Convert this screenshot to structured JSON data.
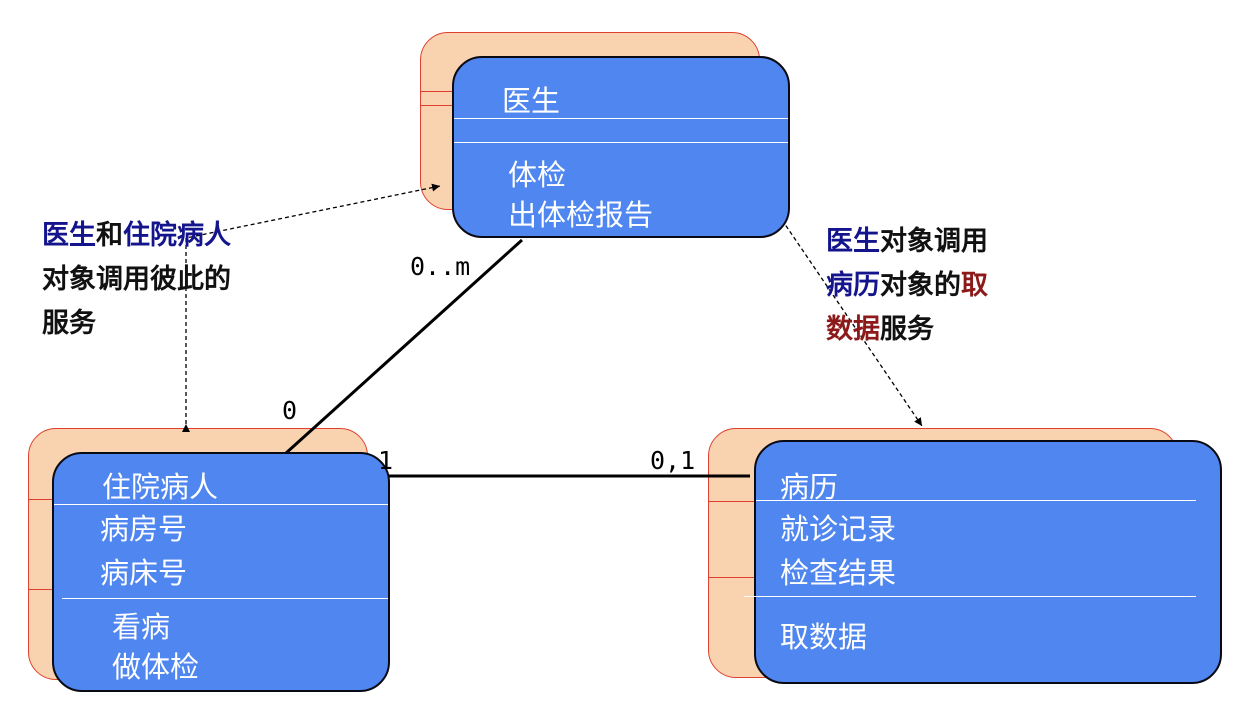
{
  "classes": {
    "doctor": {
      "name": "医生",
      "attributes": [],
      "services": [
        "体检",
        "出体检报告"
      ]
    },
    "patient": {
      "name": "住院病人",
      "attributes": [
        "病房号",
        "病床号"
      ],
      "services": [
        "看病",
        "做体检"
      ]
    },
    "record": {
      "name": "病历",
      "attributes": [
        "就诊记录",
        "检查结果"
      ],
      "services": [
        "取数据"
      ]
    }
  },
  "multiplicities": {
    "doctor_end": "0..m",
    "patient_end_to_doctor": "0",
    "patient_end_to_record": "1",
    "record_end": "0,1"
  },
  "notes": {
    "left": {
      "line1_a": "医生",
      "line1_b": "和",
      "line1_c": "住院病人",
      "line2": "对象调用彼此的",
      "line3": "服务"
    },
    "right": {
      "line1_a": "医生",
      "line1_b": "对象调用",
      "line2_a": "病历",
      "line2_b": "对象的",
      "line2_c": "取",
      "line3_a": "数据",
      "line3_b": "服务"
    }
  },
  "colors": {
    "class_fill": "#4f86ef",
    "shadow_fill": "#f9d2b0",
    "shadow_border": "#e0412e",
    "note_blue": "#14148c",
    "note_red": "#8c1a1a"
  }
}
